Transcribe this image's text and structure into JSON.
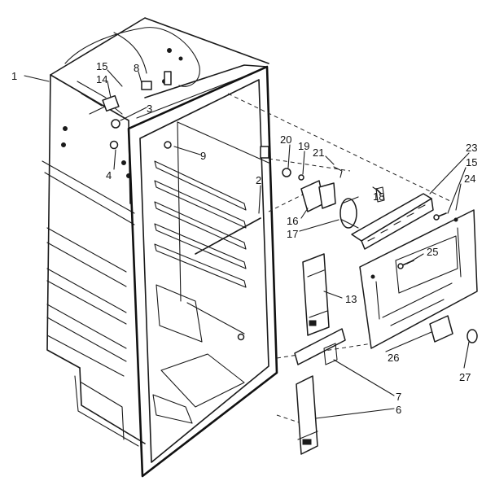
{
  "callouts": [
    {
      "id": "1",
      "text": "1"
    },
    {
      "id": "15a",
      "text": "15"
    },
    {
      "id": "14",
      "text": "14"
    },
    {
      "id": "8",
      "text": "8"
    },
    {
      "id": "3",
      "text": "3"
    },
    {
      "id": "4",
      "text": "4"
    },
    {
      "id": "9",
      "text": "9"
    },
    {
      "id": "2",
      "text": "2"
    },
    {
      "id": "20",
      "text": "20"
    },
    {
      "id": "19",
      "text": "19"
    },
    {
      "id": "21",
      "text": "21"
    },
    {
      "id": "18",
      "text": "18"
    },
    {
      "id": "16",
      "text": "16"
    },
    {
      "id": "17",
      "text": "17"
    },
    {
      "id": "23",
      "text": "23"
    },
    {
      "id": "15b",
      "text": "15"
    },
    {
      "id": "24",
      "text": "24"
    },
    {
      "id": "25",
      "text": "25"
    },
    {
      "id": "13",
      "text": "13"
    },
    {
      "id": "26",
      "text": "26"
    },
    {
      "id": "27",
      "text": "27"
    },
    {
      "id": "7",
      "text": "7"
    },
    {
      "id": "6",
      "text": "6"
    }
  ]
}
